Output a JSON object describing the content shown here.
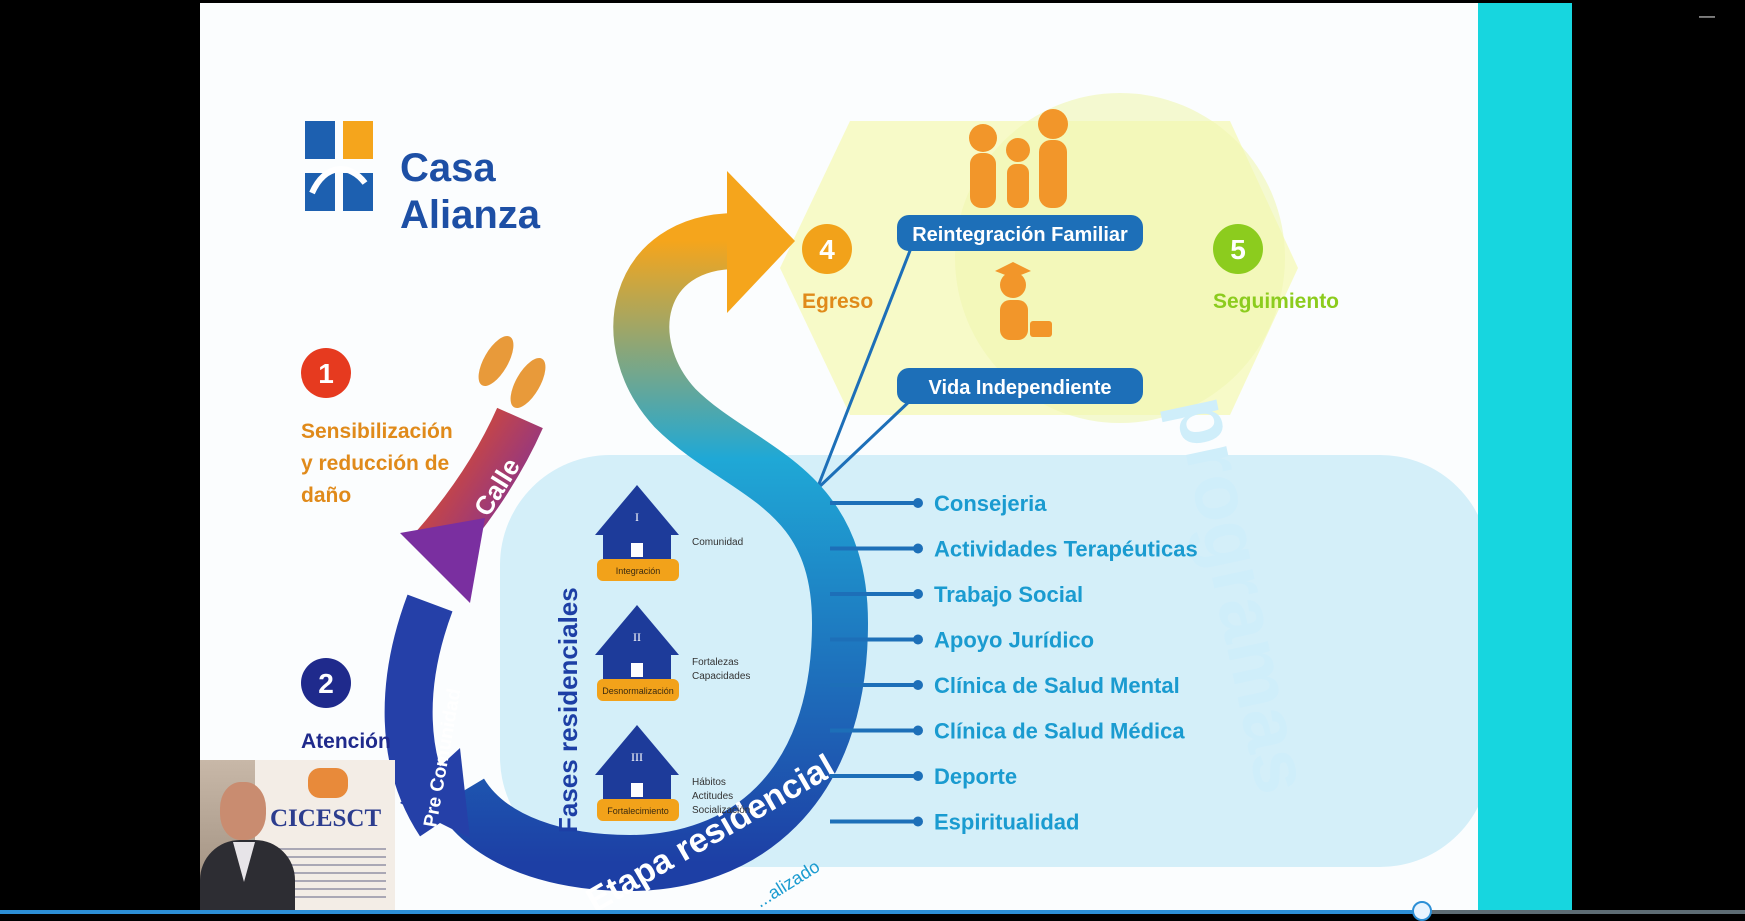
{
  "window": {
    "minimize_label": "—"
  },
  "slide": {
    "logo": {
      "line1": "Casa",
      "line2": "Alianza"
    },
    "steps": [
      {
        "number": "1",
        "color": "#e63a1f",
        "label_lines": [
          "Sensibilización",
          "y reducción de",
          "daño"
        ]
      },
      {
        "number": "2",
        "color": "#1f2a8c",
        "label_lines": [
          "Atención"
        ]
      },
      {
        "number": "4",
        "color": "#f2a21a",
        "label_lines": [
          "Egreso"
        ]
      },
      {
        "number": "5",
        "color": "#8ccc1e",
        "label_lines": [
          "Seguimiento"
        ]
      }
    ],
    "arrow_labels": {
      "calle": "Calle",
      "pre_comunidad": "Pre Comunidad",
      "etapa_residencial": "Etapa residencial",
      "etapa_sub": "...alizado"
    },
    "fases_title": "Fases residenciales",
    "phases": [
      {
        "roman": "I",
        "tag": "Integración",
        "desc_lines": [
          "Comunidad"
        ]
      },
      {
        "roman": "II",
        "tag": "Desnormalización",
        "desc_lines": [
          "Fortalezas",
          "Capacidades"
        ]
      },
      {
        "roman": "III",
        "tag": "Fortalecimiento",
        "desc_lines": [
          "Hábitos",
          "Actitudes",
          "Socialización"
        ]
      }
    ],
    "outcomes": {
      "reintegracion": "Reintegración Familiar",
      "vida": "Vida Independiente"
    },
    "programs_title": "programas",
    "programs": [
      "Consejeria",
      "Actividades Terapéuticas",
      "Trabajo Social",
      "Apoyo Jurídico",
      "Clínica de Salud Mental",
      "Clínica de Salud Médica",
      "Deporte",
      "Espiritualidad"
    ]
  },
  "webcam": {
    "banner_title": "CICESCT"
  },
  "player": {
    "progress_fraction": 0.815
  },
  "colors": {
    "program_text": "#1a9bd0",
    "badge_blue": "#1d6fb8",
    "house_blue": "#1d3b9a",
    "accent_orange": "#e88f1a",
    "cyan_band": "#17d6df"
  }
}
